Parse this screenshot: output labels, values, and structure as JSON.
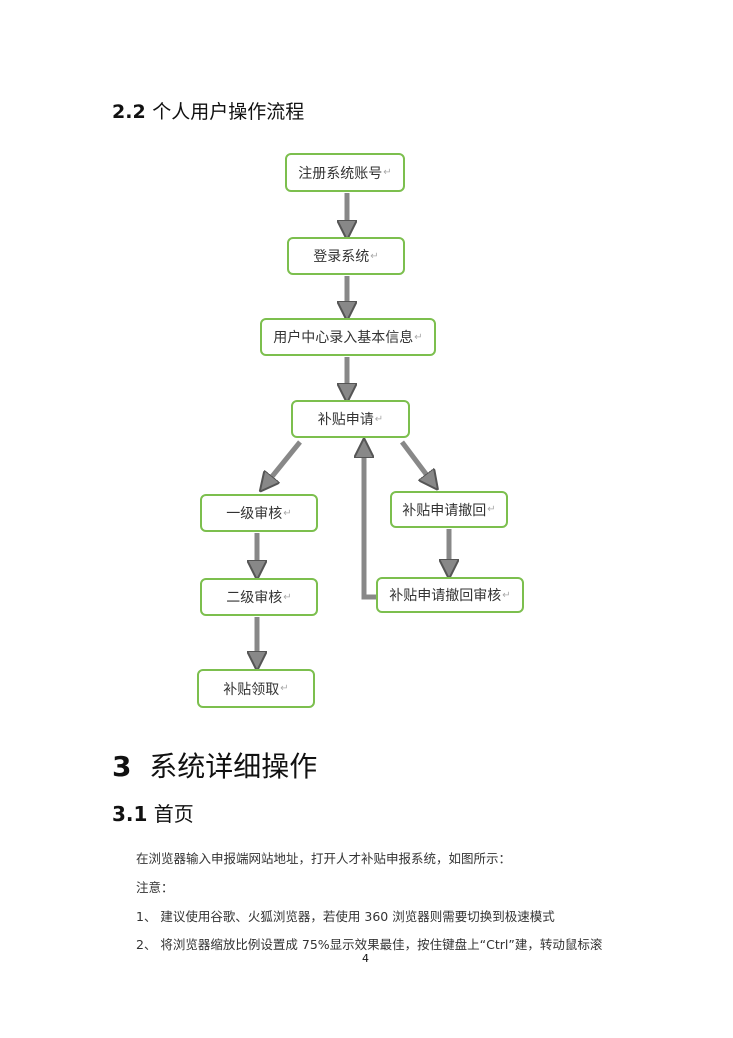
{
  "section_2_2": {
    "number": "2.2",
    "title": "个人用户操作流程"
  },
  "flowchart": {
    "return_mark": "↵",
    "steps": [
      "注册系统账号",
      "登录系统",
      "用户中心录入基本信息",
      "补贴申请",
      "一级审核",
      "补贴申请撤回",
      "二级审核",
      "补贴申请撤回审核",
      "补贴领取"
    ]
  },
  "section_3": {
    "number": "3",
    "title": "系统详细操作"
  },
  "section_3_1": {
    "number": "3.1",
    "title": "首页"
  },
  "paragraphs": [
    "在浏览器输入申报端网站地址，打开人才补贴申报系统，如图所示：",
    "注意：",
    "1、 建议使用谷歌、火狐浏览器，若使用 360 浏览器则需要切换到极速模式",
    "2、 将浏览器缩放比例设置成 75%显示效果最佳，按住键盘上“Ctrl”建，转动鼠标滚"
  ],
  "page_number": "4"
}
